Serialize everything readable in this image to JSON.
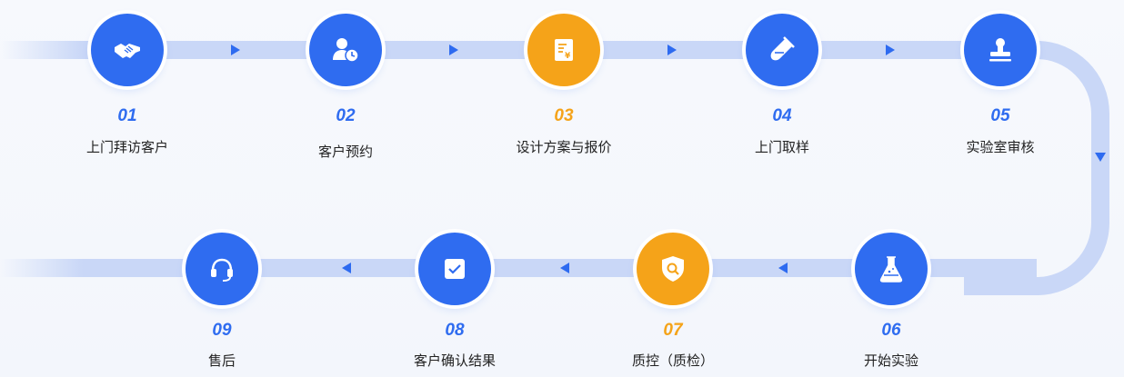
{
  "colors": {
    "primary": "#2f6cf0",
    "accent": "#f5a319",
    "track": "#c9d7f7"
  },
  "steps": [
    {
      "num": "01",
      "label": "上门拜访客户",
      "icon": "handshake-icon",
      "color": "blue"
    },
    {
      "num": "02",
      "label": "客户预约",
      "icon": "user-clock-icon",
      "color": "blue"
    },
    {
      "num": "03",
      "label": "设计方案与报价",
      "icon": "quote-document-icon",
      "color": "orange"
    },
    {
      "num": "04",
      "label": "上门取样",
      "icon": "test-tube-icon",
      "color": "blue"
    },
    {
      "num": "05",
      "label": "实验室审核",
      "icon": "stamp-icon",
      "color": "blue"
    },
    {
      "num": "06",
      "label": "开始实验",
      "icon": "flask-icon",
      "color": "blue"
    },
    {
      "num": "07",
      "label": "质控（质检）",
      "icon": "shield-search-icon",
      "color": "orange"
    },
    {
      "num": "08",
      "label": "客户确认结果",
      "icon": "checkbox-icon",
      "color": "blue"
    },
    {
      "num": "09",
      "label": "售后",
      "icon": "headset-icon",
      "color": "blue"
    }
  ]
}
